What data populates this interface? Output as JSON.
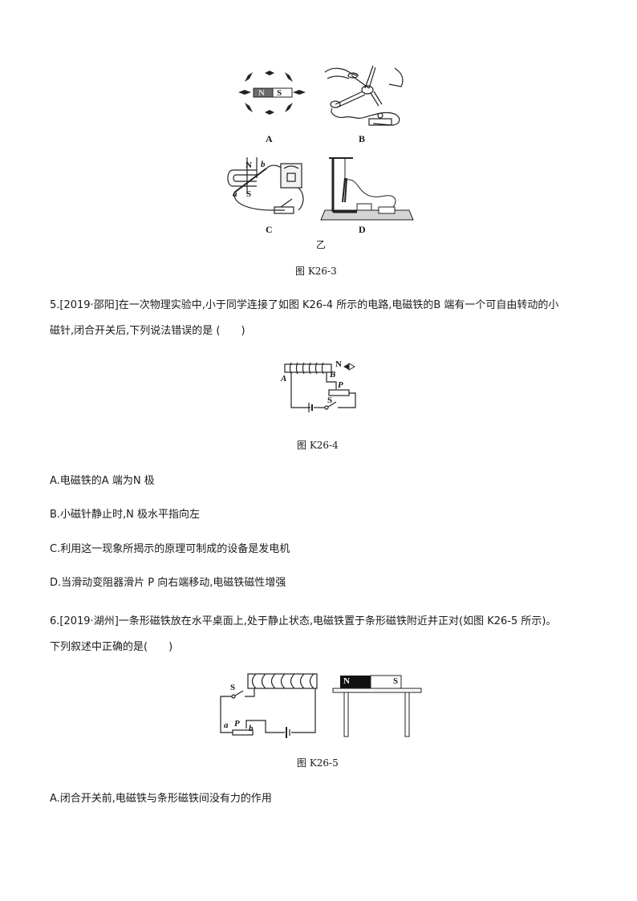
{
  "figure_k26_3": {
    "caption": "图 K26-3",
    "group_label": "乙",
    "panels": [
      {
        "label": "A",
        "magnet_n": "N",
        "magnet_s": "S"
      },
      {
        "label": "B"
      },
      {
        "label": "C",
        "pole_n": "N",
        "pole_s": "S",
        "end_a": "a",
        "end_b": "b"
      },
      {
        "label": "D"
      }
    ]
  },
  "question5": {
    "line1": "5.[2019·邵阳]在一次物理实验中,小于同学连接了如图 K26-4 所示的电路,电磁铁的B 端有一个可自由转动的小",
    "line2": "磁针,闭合开关后,下列说法错误的是 (　　)",
    "figure": {
      "caption": "图 K26-4",
      "label_n": "N",
      "label_a": "A",
      "label_b": "B",
      "label_p": "P",
      "label_s": "S"
    },
    "options": [
      "A.电磁铁的A 端为N 极",
      "B.小磁针静止时,N 极水平指向左",
      "C.利用这一现象所揭示的原理可制成的设备是发电机",
      "D.当滑动变阻器滑片 P 向右端移动,电磁铁磁性增强"
    ]
  },
  "question6": {
    "line1": "6.[2019·湖州]一条形磁铁放在水平桌面上,处于静止状态,电磁铁置于条形磁铁附近并正对(如图 K26-5 所示)。",
    "line2": "下列叙述中正确的是(　　)",
    "figure": {
      "caption": "图 K26-5",
      "label_s_switch": "S",
      "label_a": "a",
      "label_p": "P",
      "label_b": "b",
      "magnet_n": "N",
      "magnet_s": "S"
    },
    "options": [
      "A.闭合开关前,电磁铁与条形磁铁间没有力的作用"
    ]
  }
}
